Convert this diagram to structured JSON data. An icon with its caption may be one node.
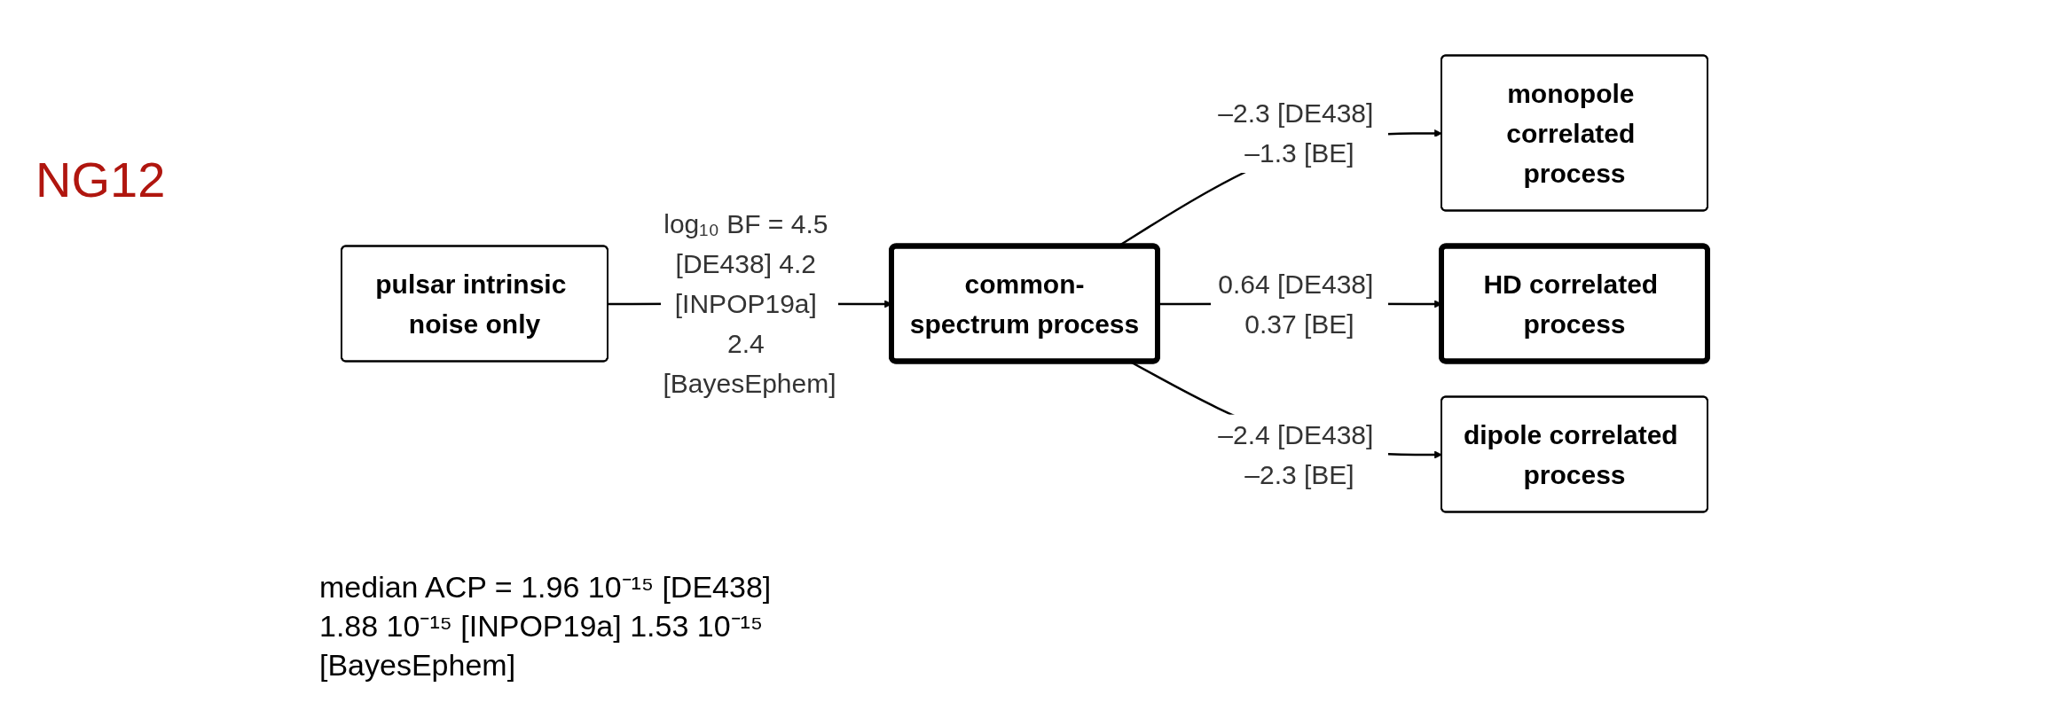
{
  "diagram": {
    "title": "NG12",
    "nodes": [
      {
        "text": [
          "pulsar intrinsic noise only"
        ]
      },
      {
        "text": [
          "common-spectrum process"
        ]
      },
      {
        "text": [
          "monopole correlated process"
        ]
      },
      {
        "text": [
          "HD correlated process"
        ]
      },
      {
        "text": [
          "dipole correlated process"
        ]
      }
    ],
    "edges": [
      {
        "from": 0,
        "to": 1,
        "arrow": "to",
        "label": "log₁₀ BF = 4.5 [DE438] 4.2 [INPOP19a] 2.4 [BayesEphem]"
      },
      {
        "from": 1,
        "to": 2,
        "arrow": "to",
        "label": "–2.3 [DE438] –1.3 [BE]"
      },
      {
        "from": 1,
        "to": 3,
        "arrow": "to",
        "label": "0.64 [DE438] 0.37 [BE]"
      },
      {
        "from": 1,
        "to": 4,
        "arrow": "to",
        "label": "–2.4 [DE438] –2.3 [BE]"
      }
    ],
    "labels": [
      "median ACP = 1.96 10⁻¹⁵ [DE438] 1.88 10⁻¹⁵ [INPOP19a] 1.53 10⁻¹⁵ [BayesEphem]"
    ]
  }
}
